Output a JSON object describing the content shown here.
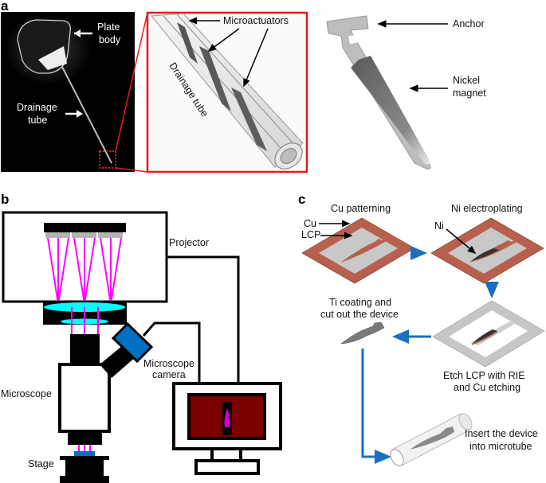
{
  "figure": {
    "panels": {
      "a": {
        "letter": "a",
        "photo_labels": {
          "plate_body_line1": "Plate",
          "plate_body_line2": "body",
          "drainage_tube_line1": "Drainage",
          "drainage_tube_line2": "tube"
        },
        "zoom_labels": {
          "microactuators": "Microactuators",
          "drainage_tube": "Drainage tube"
        },
        "actuator_labels": {
          "anchor": "Anchor",
          "nickel_magnet_line1": "Nickel",
          "nickel_magnet_line2": "magnet"
        }
      },
      "b": {
        "letter": "b",
        "labels": {
          "projector": "Projector",
          "microscope_camera_line1": "Microscope",
          "microscope_camera_line2": "camera",
          "microscope": "Microscope",
          "stage": "Stage"
        }
      },
      "c": {
        "letter": "c",
        "steps": [
          {
            "title": "Cu patterning"
          },
          {
            "title": "Ni electroplating"
          },
          {
            "title_line1": "Etch LCP with RIE",
            "title_line2": "and Cu etching"
          },
          {
            "title_line1": "Ti coating and",
            "title_line2": "cut out the device"
          },
          {
            "title_line1": "Insert the device",
            "title_line2": "into microtube"
          }
        ],
        "material_labels": {
          "cu": "Cu",
          "lcp": "LCP",
          "ni": "Ni"
        }
      }
    },
    "colors": {
      "zoom_box": "#e8191e",
      "beam": "#ff00ff",
      "lens": "#00ffff",
      "camera": "#0070c0",
      "monitor_screen": "#7a0000",
      "copper": "#b8604e",
      "lcp": "#c8c8c8",
      "flow_arrow": "#1a6fbf"
    }
  }
}
